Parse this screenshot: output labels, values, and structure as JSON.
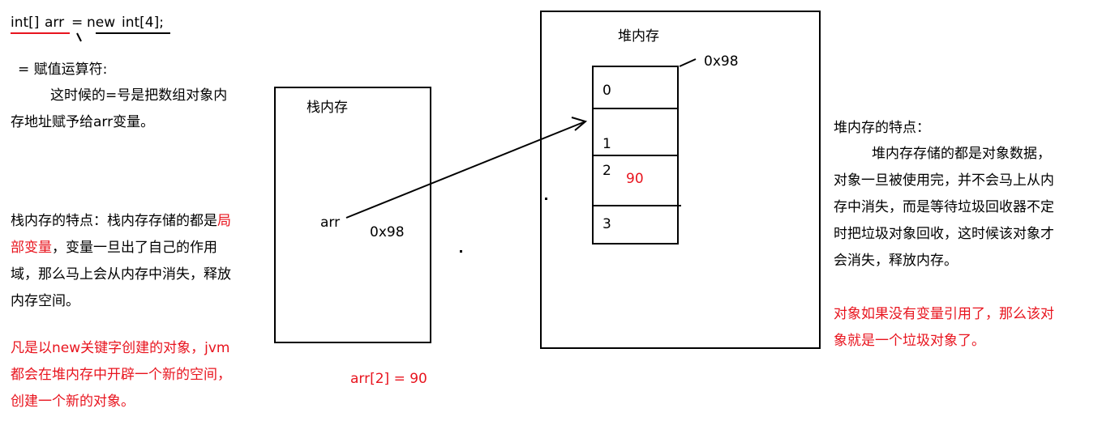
{
  "code": {
    "part1": "int[]",
    "part2": "arr",
    "part3": "=",
    "part4": "new",
    "part5": "int[4];"
  },
  "assign": {
    "title": "=  赋值运算符:",
    "line1": "这时候的=号是把数组对象内",
    "line2": "存地址赋予给arr变量。"
  },
  "stack_note": {
    "line1a": "栈内存的特点：栈内存存储的都是",
    "line1b": "局",
    "line2a": "部变量",
    "line2b": "，变量一旦出了自己的作用",
    "line3": "域，那么马上会从内存中消失，释放",
    "line4": "内存空间。"
  },
  "new_note": {
    "line1": "凡是以new关键字创建的对象，jvm",
    "line2": "都会在堆内存中开辟一个新的空间，",
    "line3": "创建一个新的对象。"
  },
  "stack": {
    "title": "栈内存",
    "var": "arr",
    "addr": "0x98"
  },
  "assignment_expr": "arr[2] = 90",
  "heap": {
    "title": "堆内存",
    "addr": "0x98",
    "cells": [
      "0",
      "1",
      "2",
      "3"
    ],
    "cell_value": "90"
  },
  "heap_note": {
    "title": "堆内存的特点：",
    "line1": "堆内存存储的都是对象数据，",
    "line2": "对象一旦被使用完，并不会马上从内",
    "line3": "存中消失，而是等待垃圾回收器不定",
    "line4": "时把垃圾对象回收，这时候该对象才",
    "line5": "会消失，释放内存。"
  },
  "garbage_note": {
    "line1": "对象如果没有变量引用了，那么该对",
    "line2": "象就是一个垃圾对象了。"
  },
  "colors": {
    "annotation_red": "#e8141e",
    "line_black": "#000000"
  }
}
